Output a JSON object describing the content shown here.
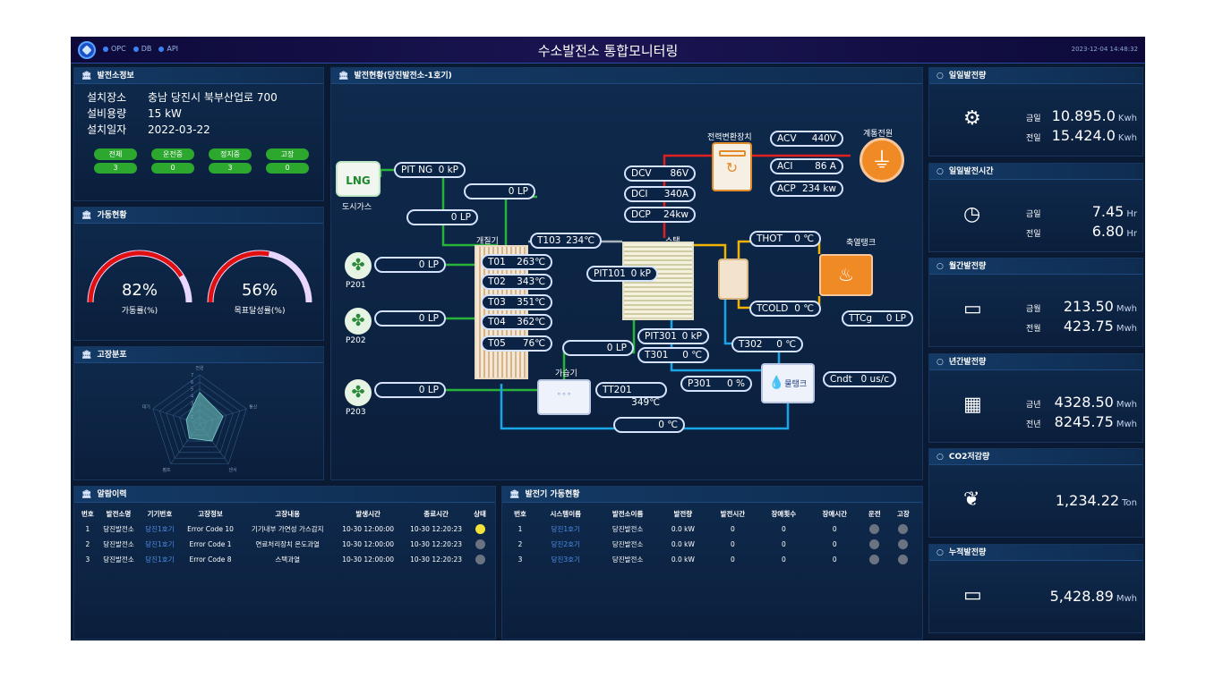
{
  "topbar": {
    "title": "수소발전소 통합모니터링",
    "status": [
      "OPC",
      "DB",
      "API"
    ],
    "datetime": "2023-12-04 14:48:32"
  },
  "plant_info": {
    "title": "발전소정보",
    "rows": [
      {
        "key": "설치장소",
        "value": "충남 당진시 북부산업로 700"
      },
      {
        "key": "설비용량",
        "value": "15 kW"
      },
      {
        "key": "설치일자",
        "value": "2022-03-22"
      }
    ],
    "buttons": [
      {
        "label": "전체",
        "value": "3"
      },
      {
        "label": "운전중",
        "value": "0"
      },
      {
        "label": "정지중",
        "value": "3"
      },
      {
        "label": "고장",
        "value": "0"
      }
    ]
  },
  "operation": {
    "title": "가동현황",
    "gauges": [
      {
        "value": 82,
        "display": "82%",
        "label": "가동률(%)"
      },
      {
        "value": 56,
        "display": "56%",
        "label": "목표달성률(%)"
      }
    ]
  },
  "fault": {
    "title": "고장분포",
    "axes": [
      "전원",
      "통신",
      "센서",
      "펌프",
      "대기"
    ],
    "ticks": [
      "1",
      "2",
      "3",
      "4",
      "5",
      "6",
      "7"
    ],
    "values": [
      4.5,
      3.5,
      3,
      2.5,
      2
    ]
  },
  "diagram": {
    "title": "발전현황(당진발전소-1호기)",
    "labels": {
      "lng": "LNG",
      "city_gas": "도시가스",
      "reformer": "개질기",
      "stack": "스택",
      "inverter": "전력변환장치",
      "grid": "계통전원",
      "tank": "축열탱크",
      "water_tank": "물탱크",
      "humidifier": "가습기",
      "p201": "P201",
      "p202": "P202",
      "p203": "P203"
    },
    "pills": {
      "pitng": {
        "label": "PIT NG",
        "value": "0 kP"
      },
      "lp1": {
        "label": "",
        "value": "0 LP"
      },
      "lp2": {
        "label": "",
        "value": "0 LP"
      },
      "lp_p201": {
        "label": "",
        "value": "0 LP"
      },
      "lp_p202": {
        "label": "",
        "value": "0 LP"
      },
      "lp_p203": {
        "label": "",
        "value": "0 LP"
      },
      "t103": {
        "label": "T103",
        "value": "234℃"
      },
      "t01": {
        "label": "T01",
        "value": "263℃"
      },
      "t02": {
        "label": "T02",
        "value": "343℃"
      },
      "t03": {
        "label": "T03",
        "value": "351℃"
      },
      "t04": {
        "label": "T04",
        "value": "362℃"
      },
      "t05": {
        "label": "T05",
        "value": "76℃"
      },
      "dcv": {
        "label": "DCV",
        "value": "86V"
      },
      "dci": {
        "label": "DCI",
        "value": "340A"
      },
      "dcp": {
        "label": "DCP",
        "value": "24kw"
      },
      "acv": {
        "label": "ACV",
        "value": "440V"
      },
      "aci": {
        "label": "ACI",
        "value": "86 A"
      },
      "acp": {
        "label": "ACP",
        "value": "234 kw"
      },
      "pit101": {
        "label": "PIT101",
        "value": "0 kP"
      },
      "lp_mid": {
        "label": "",
        "value": "0 LP"
      },
      "pit301": {
        "label": "PIT301",
        "value": "0 kP"
      },
      "t301": {
        "label": "T301",
        "value": "0 ℃"
      },
      "tt201": {
        "label": "TT201",
        "value": "349℃"
      },
      "p301": {
        "label": "P301",
        "value": "0 %"
      },
      "thot": {
        "label": "THOT",
        "value": "0 ℃"
      },
      "tcold": {
        "label": "TCOLD",
        "value": "0 ℃"
      },
      "ttcg": {
        "label": "TTCg",
        "value": "0 LP"
      },
      "t302": {
        "label": "T302",
        "value": "0 ℃"
      },
      "cndt": {
        "label": "Cndt",
        "value": "0 us/c"
      },
      "bottom": {
        "label": "",
        "value": "0 ℃"
      }
    }
  },
  "right": [
    {
      "title": "일일발전량",
      "icon": "gear-icon",
      "rows": [
        {
          "k": "금일",
          "v": "10.895.0",
          "u": "Kwh"
        },
        {
          "k": "전일",
          "v": "15.424.0",
          "u": "Kwh"
        }
      ]
    },
    {
      "title": "일일발전시간",
      "icon": "clock-icon",
      "rows": [
        {
          "k": "금일",
          "v": "7.45",
          "u": "Hr"
        },
        {
          "k": "전일",
          "v": "6.80",
          "u": "Hr"
        }
      ]
    },
    {
      "title": "월간발전량",
      "icon": "calendar-icon",
      "rows": [
        {
          "k": "금월",
          "v": "213.50",
          "u": "Mwh"
        },
        {
          "k": "전월",
          "v": "423.75",
          "u": "Mwh"
        }
      ]
    },
    {
      "title": "년간발전량",
      "icon": "solar-panel-icon",
      "rows": [
        {
          "k": "금년",
          "v": "4328.50",
          "u": "Mwh"
        },
        {
          "k": "전년",
          "v": "8245.75",
          "u": "Mwh"
        }
      ]
    },
    {
      "title": "CO2저감량",
      "icon": "sprout-icon",
      "rows": [
        {
          "k": "",
          "v": "1,234.22",
          "u": "Ton"
        }
      ]
    },
    {
      "title": "누적발전량",
      "icon": "battery-icon",
      "rows": [
        {
          "k": "",
          "v": "5,428.89",
          "u": "Mwh"
        }
      ]
    }
  ],
  "alarm": {
    "title": "알람이력",
    "headers": [
      "번호",
      "발전소명",
      "기기번호",
      "고장정보",
      "고장내용",
      "발생시간",
      "종료시간",
      "상태"
    ],
    "rows": [
      [
        "1",
        "당진발전소",
        "당진1호기",
        "Error Code 10",
        "기기내부 가연성 가스감지",
        "10-30 12:00:00",
        "10-30 12:20:23",
        "on"
      ],
      [
        "2",
        "당진발전소",
        "당진1호기",
        "Error Code 1",
        "연료처리장치 온도과열",
        "10-30 12:00:00",
        "10-30 12:20:23",
        "off"
      ],
      [
        "3",
        "당진발전소",
        "당진1호기",
        "Error Code 8",
        "스택과열",
        "10-30 12:00:00",
        "10-30 12:20:23",
        "off"
      ]
    ]
  },
  "gen_status": {
    "title": "발전기 가동현황",
    "headers": [
      "번호",
      "시스템이름",
      "발전소이름",
      "발전량",
      "발전시간",
      "장애횟수",
      "장애시간",
      "운전",
      "고장"
    ],
    "rows": [
      [
        "1",
        "당진1호기",
        "당진발전소",
        "0.0 kW",
        "0",
        "0",
        "0"
      ],
      [
        "2",
        "당진2호기",
        "당진발전소",
        "0.0 kW",
        "0",
        "0",
        "0"
      ],
      [
        "3",
        "당진3호기",
        "당진발전소",
        "0.0 kW",
        "0",
        "0",
        "0"
      ]
    ]
  }
}
